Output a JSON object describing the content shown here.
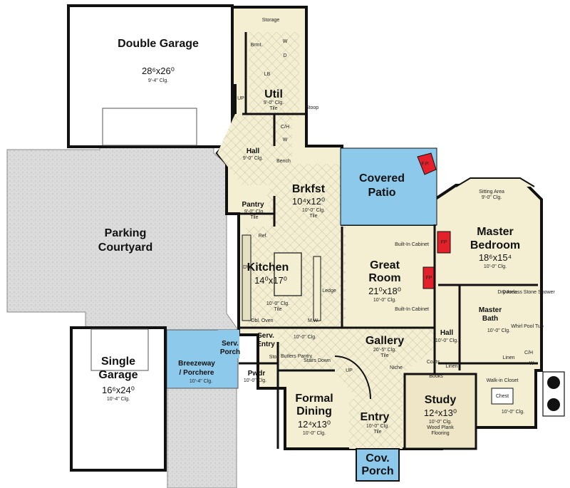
{
  "colors": {
    "floor_cream": "#f4efd3",
    "courtyard_gray": "#d9d9d9",
    "patio_blue": "#8cc9ea",
    "fireplace_red": "#e4202a",
    "wall": "#111111"
  },
  "rooms": {
    "double_garage": {
      "name": "Double Garage",
      "dim": "28⁶x26⁰",
      "ceiling": "9'-4\" Clg."
    },
    "storage": {
      "name": "Storage"
    },
    "util": {
      "name": "Util",
      "ceiling": "9'-0\" Clg.",
      "floor": "Tile"
    },
    "stoop": {
      "name": "Stoop"
    },
    "hall_upper": {
      "name": "Hall",
      "ceiling": "9'-0\" Clg."
    },
    "bench": {
      "name": "Bench"
    },
    "ch_upper": {
      "name": "C/H"
    },
    "w_upper": {
      "name": "W"
    },
    "brmt": {
      "name": "Brmt."
    },
    "lb": {
      "name": "LB"
    },
    "up_upper": {
      "name": "UP"
    },
    "covered_patio": {
      "name": "Covered Patio",
      "fp": "F.P."
    },
    "brkfst": {
      "name": "Brkfst",
      "dim": "10⁴x12⁰",
      "ceiling": "10'-0\" Clg.",
      "floor": "Tile"
    },
    "pantry": {
      "name": "Pantry",
      "ceiling": "9'-0\" Clg.",
      "floor": "Tile"
    },
    "parking_courtyard": {
      "name": "Parking Courtyard"
    },
    "kitchen": {
      "name": "Kitchen",
      "dim": "14⁰x17⁰",
      "ceiling": "10'-0\" Clg.",
      "floor": "Tile",
      "dw": "DW",
      "ref": "Ref.",
      "ledge": "Ledge",
      "mw": "M.W.",
      "oven": "Dbl. Oven"
    },
    "great_room": {
      "name": "Great Room",
      "dim": "21⁰x18⁰",
      "ceiling": "10'-0\" Clg.",
      "builtin_1": "Built-In Cabinet",
      "builtin_2": "Built-In Cabinet",
      "fp": "FP"
    },
    "master_bedroom": {
      "name": "Master Bedroom",
      "dim": "18⁶x15⁴",
      "ceiling": "10'-0\" Clg.",
      "sitting": "Sitting Area",
      "sitting_clg": "9'-0\" Clg.",
      "fp": "FP"
    },
    "master_bath": {
      "name": "Master Bath",
      "ceiling": "10'-0\" Clg.",
      "dry": "Dry Area",
      "shower": "Doorless Stone Shower",
      "tub": "Whirl Pool Tub",
      "linen": "Linen"
    },
    "walkin_closet": {
      "name": "Walk-in Closet",
      "chest": "Chest",
      "ceiling": "10'-0\" Clg."
    },
    "ch_lower": {
      "name": "C/H"
    },
    "w_lower": {
      "name": "W"
    },
    "hall_lower": {
      "name": "Hall",
      "ceiling": "10'-0\" Clg."
    },
    "gallery": {
      "name": "Gallery",
      "ceiling": "20'-5\" Clg.",
      "floor": "Tile",
      "ceiling_small": "10'-0\" Clg."
    },
    "coats": {
      "name": "Coats"
    },
    "linen_lower": {
      "name": "Linen"
    },
    "niche": {
      "name": "Niche"
    },
    "books": {
      "name": "Books"
    },
    "serv_porch": {
      "name": "Serv. Porch"
    },
    "serv_entry": {
      "name": "Serv. Entry"
    },
    "breezeway": {
      "name": "Breezeway / Porchere",
      "ceiling": "10'-4\" Clg."
    },
    "single_garage": {
      "name": "Single Garage",
      "dim": "16⁶x24⁰",
      "ceiling": "10'-4\" Clg."
    },
    "pwdr": {
      "name": "Pwdr",
      "ceiling": "10'-0\" Clg."
    },
    "butlers": {
      "name": "Butlers Pantry"
    },
    "stairs_down": {
      "name": "Stairs Down"
    },
    "up_lower": {
      "name": "UP"
    },
    "stor": {
      "name": "Stor."
    },
    "formal_dining": {
      "name": "Formal Dining",
      "dim": "12⁴x13⁰",
      "ceiling": "10'-0\" Clg."
    },
    "entry": {
      "name": "Entry",
      "ceiling": "10'-0\" Clg.",
      "floor": "Tile"
    },
    "study": {
      "name": "Study",
      "dim": "12⁴x13⁰",
      "ceiling": "10'-0\" Clg.",
      "floor_1": "Wood Plank",
      "floor_2": "Flooring"
    },
    "cov_porch": {
      "name": "Cov. Porch"
    },
    "d": {
      "name": "D"
    },
    "w_util": {
      "name": "W"
    }
  }
}
